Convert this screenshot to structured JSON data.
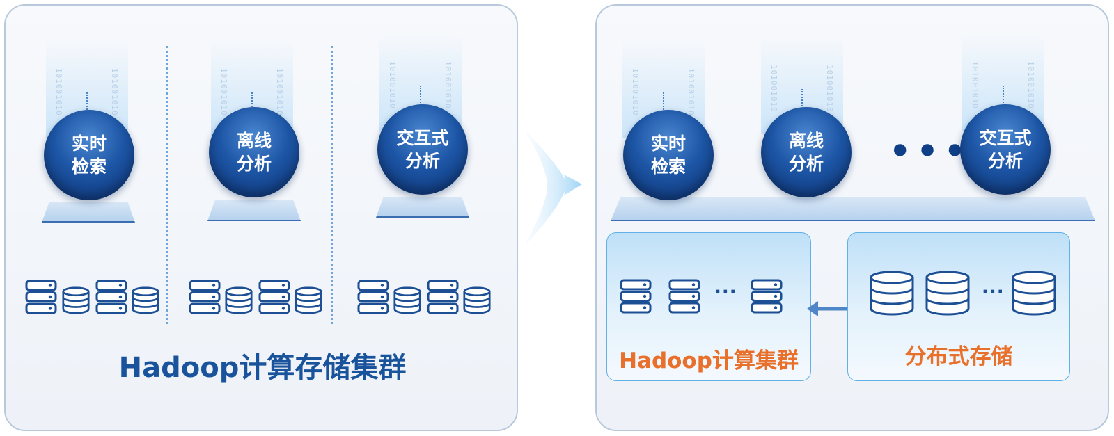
{
  "left": {
    "nodes": [
      {
        "line1": "实时",
        "line2": "检索"
      },
      {
        "line1": "离线",
        "line2": "分析"
      },
      {
        "line1": "交互式",
        "line2": "分析"
      }
    ],
    "title": "Hadoop计算存储集群"
  },
  "right": {
    "nodes": [
      {
        "line1": "实时",
        "line2": "检索"
      },
      {
        "line1": "离线",
        "line2": "分析"
      },
      {
        "line1": "交互式",
        "line2": "分析"
      }
    ],
    "more_marker": "•••",
    "compute_cluster_label": "Hadoop计算集群",
    "storage_label": "分布式存储",
    "ellipsis": "···"
  },
  "colors": {
    "navy": "#19539c",
    "orange": "#e8702a",
    "node_blue": "#1d56a6"
  },
  "decor_bits": "101001010"
}
